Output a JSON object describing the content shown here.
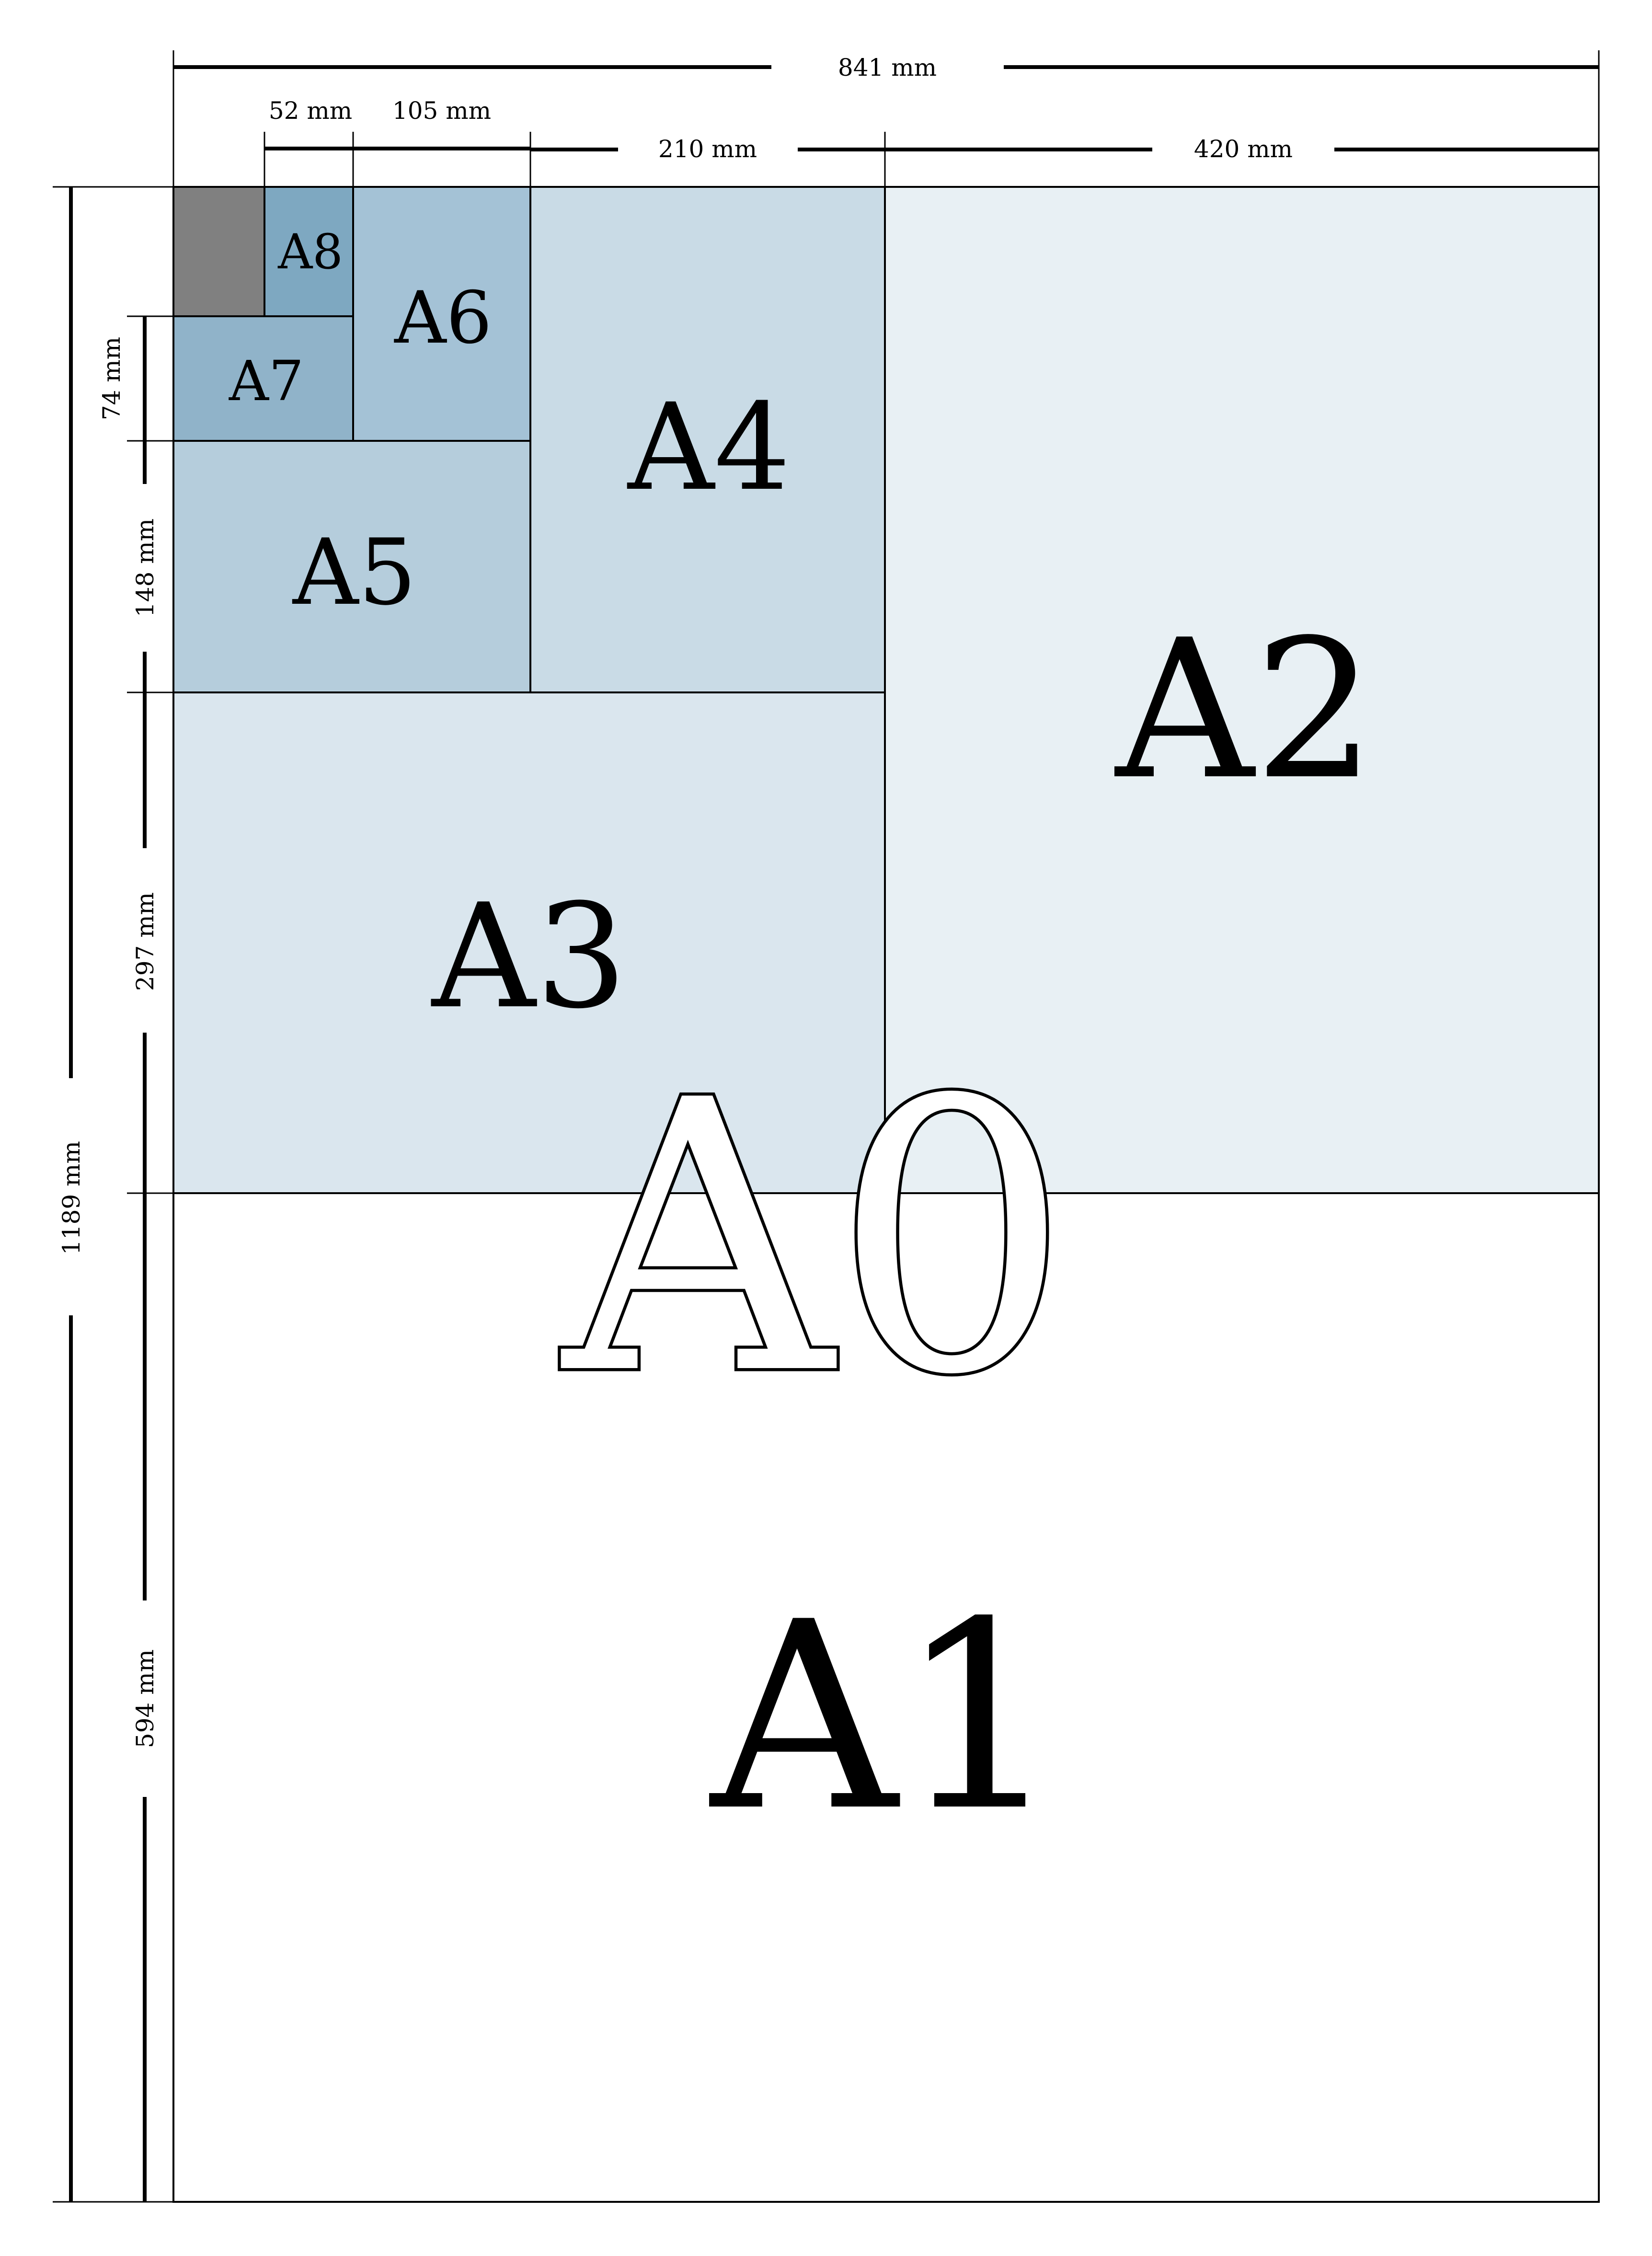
{
  "diagram": {
    "sheets": [
      {
        "id": "A0",
        "label": "A0"
      },
      {
        "id": "A1",
        "label": "A1"
      },
      {
        "id": "A2",
        "label": "A2"
      },
      {
        "id": "A3",
        "label": "A3"
      },
      {
        "id": "A4",
        "label": "A4"
      },
      {
        "id": "A5",
        "label": "A5"
      },
      {
        "id": "A6",
        "label": "A6"
      },
      {
        "id": "A7",
        "label": "A7"
      },
      {
        "id": "A8",
        "label": "A8"
      }
    ],
    "dimensions": {
      "top_total": "841 mm",
      "top_52": "52 mm",
      "top_105": "105 mm",
      "top_210": "210 mm",
      "top_420": "420 mm",
      "left_total": "1189 mm",
      "left_74": "74 mm",
      "left_148": "148 mm",
      "left_297": "297 mm",
      "left_594": "594 mm"
    },
    "colors": {
      "A2": "#e8f0f4",
      "A3": "#dae6ee",
      "A4": "#c9dbe6",
      "A5": "#b5cddc",
      "A6": "#a4c2d6",
      "A7": "#90b3c9",
      "A8": "#7ea8c1",
      "A9": "#808080",
      "line": "#000000"
    }
  }
}
